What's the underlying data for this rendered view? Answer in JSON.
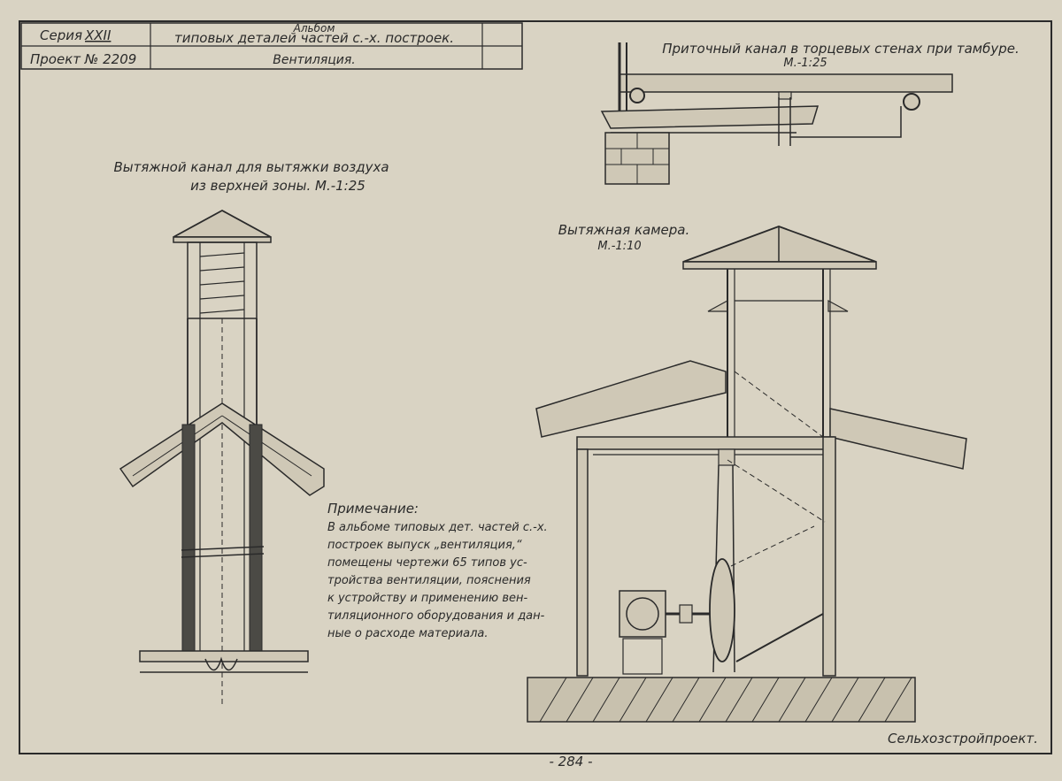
{
  "title_block": {
    "series_label": "Серия",
    "series_value": "XXII",
    "project_label": "Проект № 2209",
    "album_line1": "Альбом",
    "album_line2": "типовых деталей частей с.-х. построек.",
    "section": "Вентиляция."
  },
  "views": {
    "supply_title": "Приточный канал в торцевых стенах при тамбуре.",
    "supply_scale": "М.-1:25",
    "exhaust_title_1": "Вытяжной канал для вытяжки воздуха",
    "exhaust_title_2": "из верхней зоны. М.-1:25",
    "chamber_title": "Вытяжная камера.",
    "chamber_scale": "М.-1:10"
  },
  "note": {
    "heading": "Примечание:",
    "lines": [
      "В альбоме типовых дет. частей с.-х.",
      "построек выпуск „вентиляция,“",
      "помещены чертежи 65 типов ус-",
      "тройства вентиляции, пояснения",
      "к устройству и применению вен-",
      "тиляционного оборудования и дан-",
      "ные о расходе материала."
    ]
  },
  "footer": {
    "org": "Сельхозстройпроект.",
    "page": "- 284 -"
  }
}
